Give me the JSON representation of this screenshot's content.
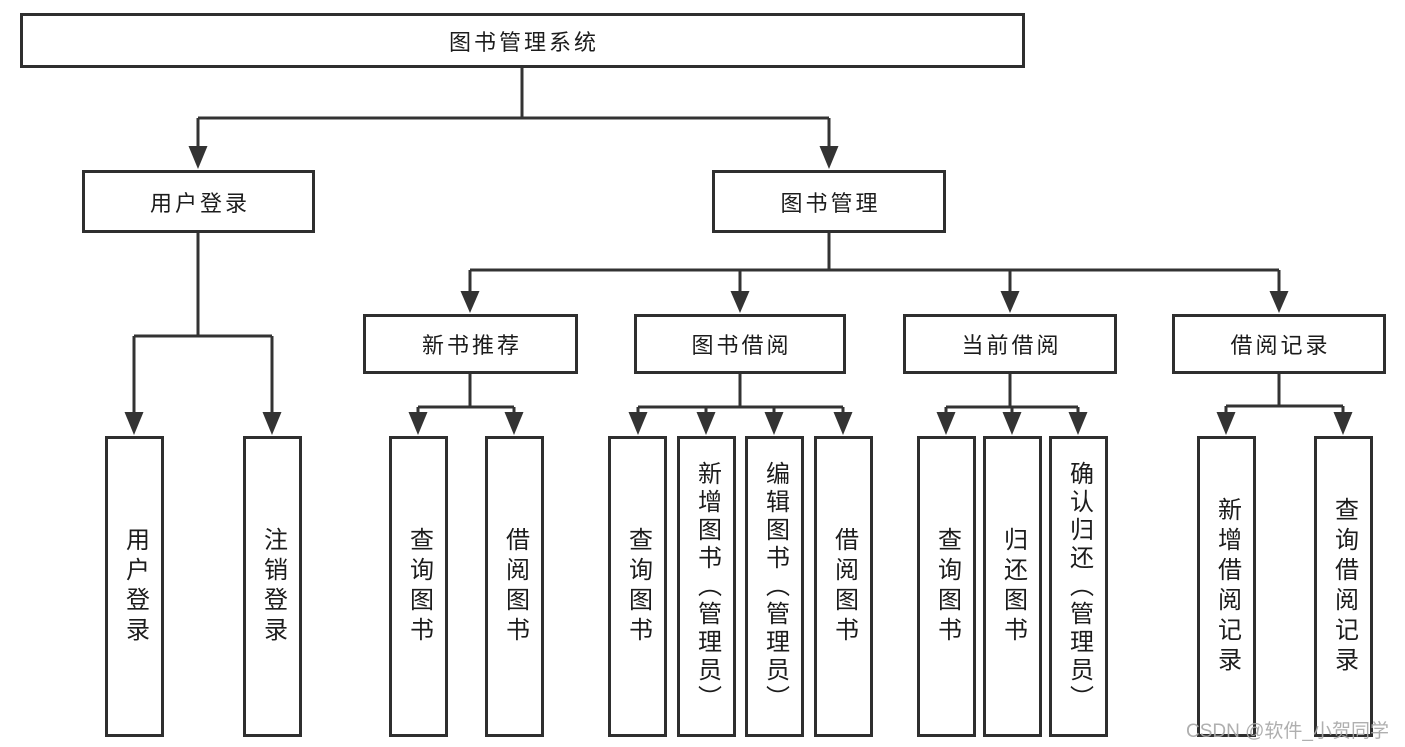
{
  "tree": {
    "root": {
      "label": "图书管理系统"
    },
    "branches": [
      {
        "label": "用户登录",
        "children": [
          {
            "label": "用户登录"
          },
          {
            "label": "注销登录"
          }
        ]
      },
      {
        "label": "图书管理",
        "groups": [
          {
            "label": "新书推荐",
            "children": [
              {
                "label": "查询图书"
              },
              {
                "label": "借阅图书"
              }
            ]
          },
          {
            "label": "图书借阅",
            "children": [
              {
                "label": "查询图书"
              },
              {
                "label": "新增图书（管理员）"
              },
              {
                "label": "编辑图书（管理员）"
              },
              {
                "label": "借阅图书"
              }
            ]
          },
          {
            "label": "当前借阅",
            "children": [
              {
                "label": "查询图书"
              },
              {
                "label": "归还图书"
              },
              {
                "label": "确认归还（管理员）"
              }
            ]
          },
          {
            "label": "借阅记录",
            "children": [
              {
                "label": "新增借阅记录"
              },
              {
                "label": "查询借阅记录"
              }
            ]
          }
        ]
      }
    ]
  },
  "watermark": "CSDN @软件_小贺同学",
  "colors": {
    "line": "#333333",
    "border": "#2f2f2f",
    "text": "#1c1c1c",
    "watermark": "#a8a8a8",
    "background": "#ffffff"
  }
}
